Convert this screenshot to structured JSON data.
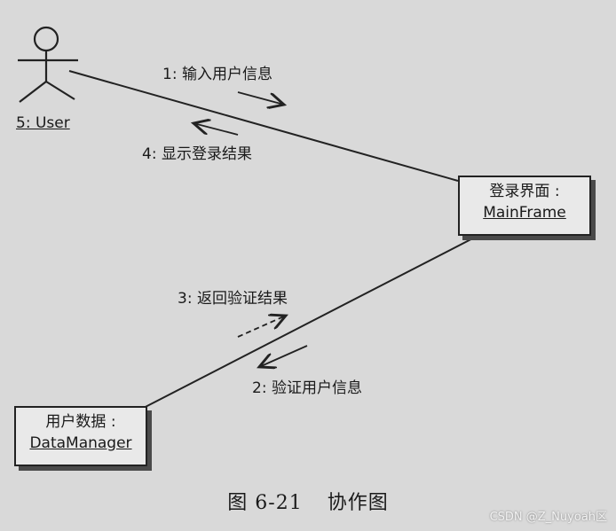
{
  "actor": {
    "label": "5: User"
  },
  "objects": {
    "mainframe": {
      "name": "登录界面 :",
      "class": "MainFrame"
    },
    "datamanager": {
      "name": "用户数据 :",
      "class": "DataManager"
    }
  },
  "messages": {
    "m1": "1: 输入用户信息",
    "m2": "2: 验证用户信息",
    "m3": "3: 返回验证结果",
    "m4": "4: 显示登录结果"
  },
  "caption": {
    "number": "图 6-21",
    "title": "协作图"
  },
  "watermark": "CSDN @Z_Nuyoah区"
}
